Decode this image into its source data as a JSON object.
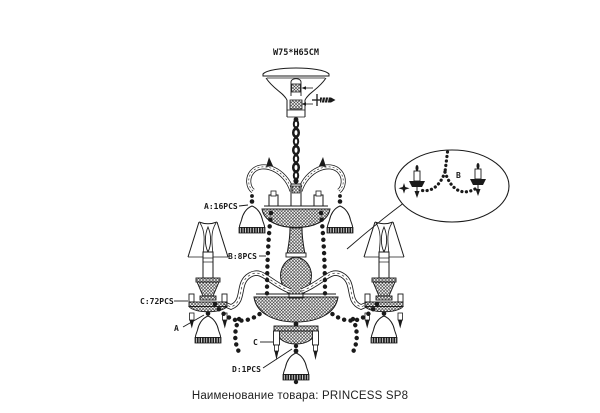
{
  "header": {
    "dimensions": "W75*H65CM"
  },
  "callouts": {
    "a": "A:16PCS",
    "b": "B:8PCS",
    "c": "C:72PCS",
    "d": "D:1PCS",
    "a_short": "A",
    "c_short": "C"
  },
  "detail_inset": {
    "letter": "B"
  },
  "caption": {
    "label": "Наименование товара:",
    "product": "PRINCESS SP8"
  },
  "colors": {
    "ink": "#1a1a1a",
    "background": "#ffffff"
  }
}
